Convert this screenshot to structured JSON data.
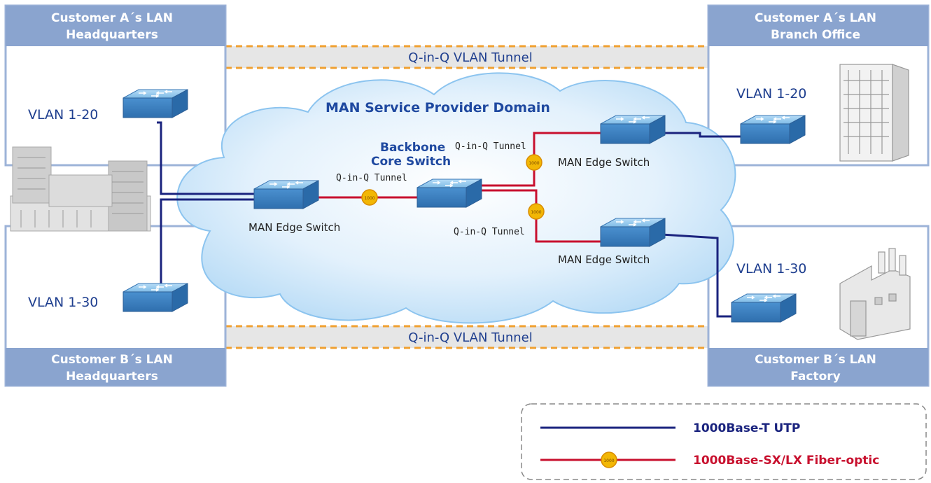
{
  "panels": {
    "a_hq": {
      "title_line1": "Customer A´s LAN",
      "title_line2": "Headquarters",
      "vlan": "VLAN 1-20"
    },
    "b_hq": {
      "title_line1": "Customer B´s LAN",
      "title_line2": "Headquarters",
      "vlan": "VLAN 1-30"
    },
    "a_branch": {
      "title_line1": "Customer A´s LAN",
      "title_line2": "Branch Office",
      "vlan": "VLAN 1-20"
    },
    "b_factory": {
      "title_line1": "Customer B´s LAN",
      "title_line2": "Factory",
      "vlan": "VLAN 1-30"
    }
  },
  "tunnels": {
    "top": "Q-in-Q VLAN Tunnel",
    "bottom": "Q-in-Q VLAN Tunnel"
  },
  "cloud": {
    "title": "MAN Service Provider Domain",
    "core_line1": "Backbone",
    "core_line2": "Core Switch",
    "tunnel_label": "Q-in-Q Tunnel",
    "edge_label": "MAN Edge Switch"
  },
  "legend": {
    "utp": "1000Base-T UTP",
    "fiber": "1000Base-SX/LX Fiber-optic"
  },
  "colors": {
    "panel_header": "#8aa4cf",
    "panel_border": "#9db3d8",
    "utp_line": "#1a237e",
    "fiber_line": "#c8102e",
    "fiber_node": "#f2b705",
    "switch": "#5d9fd3",
    "cloud": "#cfe6fa"
  }
}
